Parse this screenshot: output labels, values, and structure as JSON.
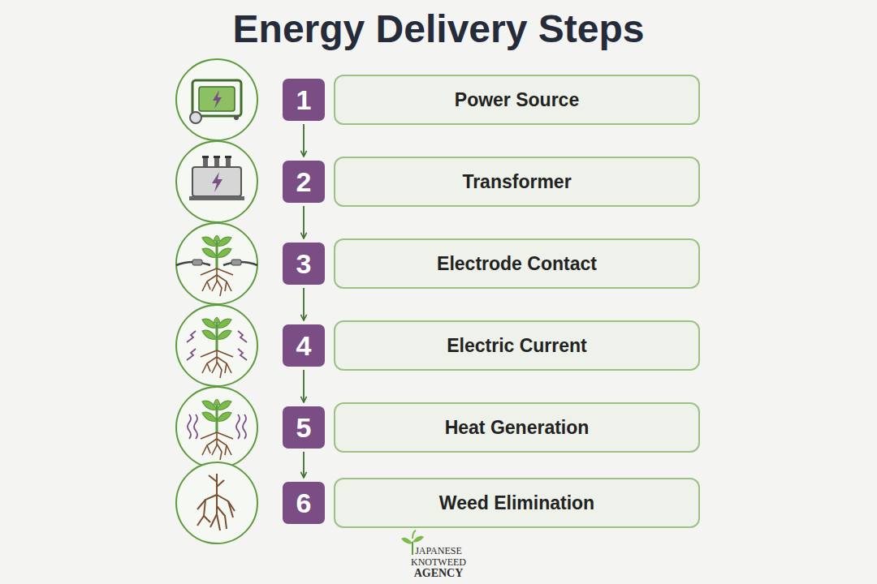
{
  "diagram": {
    "title": "Energy Delivery Steps",
    "nodes": [
      {
        "text": [
          "1"
        ]
      },
      {
        "text": [
          "Power Source"
        ]
      },
      {
        "text": [
          "2"
        ]
      },
      {
        "text": [
          "Transformer"
        ]
      },
      {
        "text": [
          "3"
        ]
      },
      {
        "text": [
          "Electrode Contact"
        ]
      },
      {
        "text": [
          "4"
        ]
      },
      {
        "text": [
          "Electric Current"
        ]
      },
      {
        "text": [
          "5"
        ]
      },
      {
        "text": [
          "Heat Generation"
        ]
      },
      {
        "text": [
          "6"
        ]
      },
      {
        "text": [
          "Weed Elimination"
        ]
      }
    ],
    "edges": [
      {
        "from": 0,
        "to": 2,
        "arrow": "to"
      },
      {
        "from": 2,
        "to": 4,
        "arrow": "to"
      },
      {
        "from": 4,
        "to": 6,
        "arrow": "to"
      },
      {
        "from": 6,
        "to": 8,
        "arrow": "to"
      },
      {
        "from": 8,
        "to": 10,
        "arrow": "to"
      }
    ],
    "labels": [
      "JAPANESE",
      "KNOTWEED",
      "AGENCY"
    ]
  }
}
